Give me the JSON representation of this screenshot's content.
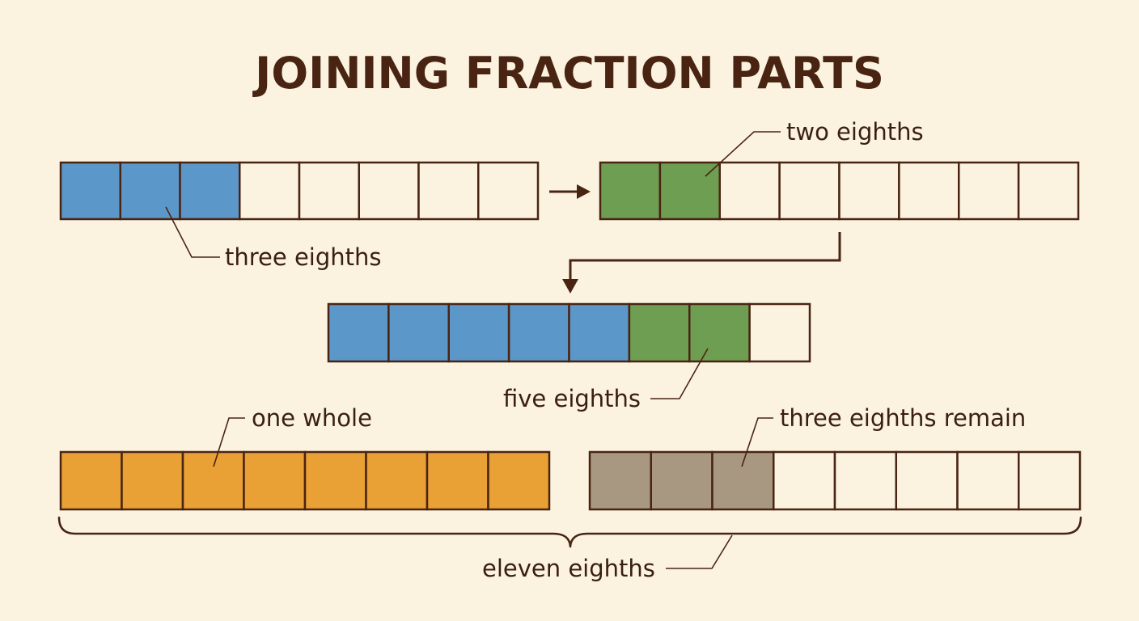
{
  "title": "JOINING FRACTION PARTS",
  "colors": {
    "background": "#fbf3e0",
    "outline": "#4a2413",
    "empty": "#fbf3e0",
    "blue": "#5b97c9",
    "green": "#6e9e51",
    "orange": "#e9a035",
    "gray": "#a89882"
  },
  "bars": [
    {
      "id": "bar-three-eighths",
      "parts": 8,
      "filled": [
        {
          "count": 3,
          "color": "blue"
        }
      ]
    },
    {
      "id": "bar-two-eighths",
      "parts": 8,
      "filled": [
        {
          "count": 2,
          "color": "green"
        }
      ]
    },
    {
      "id": "bar-five-eighths",
      "parts": 8,
      "filled": [
        {
          "count": 5,
          "color": "blue"
        },
        {
          "count": 2,
          "color": "green"
        }
      ]
    },
    {
      "id": "bar-one-whole",
      "parts": 8,
      "filled": [
        {
          "count": 8,
          "color": "orange"
        }
      ]
    },
    {
      "id": "bar-three-eighths-remain",
      "parts": 8,
      "filled": [
        {
          "count": 3,
          "color": "gray"
        }
      ]
    }
  ],
  "labels": {
    "three_eighths": "three eighths",
    "two_eighths": "two eighths",
    "five_eighths": "five eighths",
    "one_whole": "one whole",
    "three_eighths_remain": "three eighths remain",
    "eleven_eighths": "eleven eighths"
  }
}
